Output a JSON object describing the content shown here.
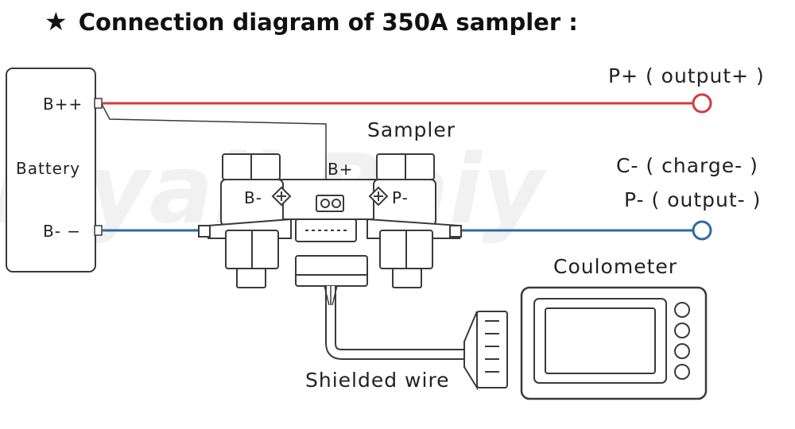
{
  "title": "Connection diagram of 350A sampler :",
  "title_icon": "star-icon",
  "watermark": "ivyaii Baiy",
  "labels": {
    "battery": "Battery",
    "b_pos": "B++",
    "b_neg": "B- −",
    "sampler": "Sampler",
    "sampler_b_plus": "B+",
    "sampler_b_minus": "B-",
    "sampler_p_minus": "P-",
    "p_plus_output": "P+ ( output+ )",
    "c_minus_charge": "C- ( charge- )",
    "p_minus_output": "P- ( output- )",
    "coulometer": "Coulometer",
    "shielded_wire": "Shielded wire"
  },
  "colors": {
    "positive_wire": "#d23a3f",
    "negative_wire": "#2e6aa3",
    "outline": "#3a3a3a"
  }
}
